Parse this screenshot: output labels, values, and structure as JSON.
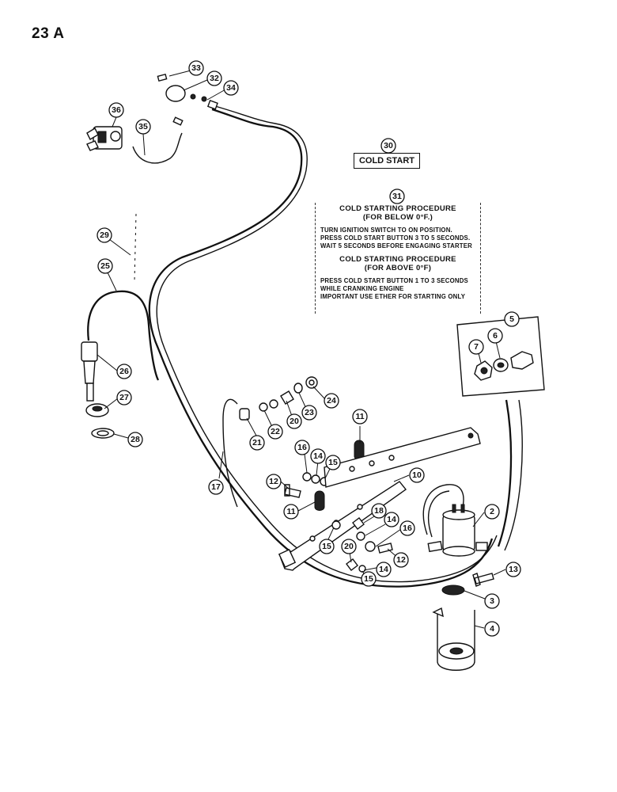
{
  "page": {
    "number": "23 A"
  },
  "decals": {
    "cold_start": "COLD START",
    "procedure_below": {
      "title": "COLD STARTING PROCEDURE",
      "subtitle": "(FOR BELOW 0°F.)",
      "line1": "TURN IGNITION SWITCH TO ON POSITION.",
      "line2": "PRESS COLD START BUTTON 3 TO 5 SECONDS.",
      "line3": "WAIT 5 SECONDS BEFORE ENGAGING STARTER"
    },
    "procedure_above": {
      "title": "COLD STARTING PROCEDURE",
      "subtitle": "(FOR ABOVE 0°F)",
      "line1": "PRESS COLD START BUTTON 1 TO 3 SECONDS",
      "line2": "WHILE CRANKING ENGINE",
      "line3": "IMPORTANT USE ETHER FOR STARTING ONLY"
    }
  },
  "callouts": {
    "c2": "2",
    "c3": "3",
    "c4": "4",
    "c5": "5",
    "c6": "6",
    "c7": "7",
    "c10": "10",
    "c11a": "11",
    "c11b": "11",
    "c12a": "12",
    "c12b": "12",
    "c13": "13",
    "c14a": "14",
    "c14b": "14",
    "c14c": "14",
    "c15a": "15",
    "c15b": "15",
    "c15c": "15",
    "c16a": "16",
    "c16b": "16",
    "c17": "17",
    "c18": "18",
    "c20a": "20",
    "c20b": "20",
    "c21": "21",
    "c22": "22",
    "c23": "23",
    "c24": "24",
    "c25": "25",
    "c26": "26",
    "c27": "27",
    "c28": "28",
    "c29": "29",
    "c30": "30",
    "c31": "31",
    "c32": "32",
    "c33": "33",
    "c34": "34",
    "c35": "35",
    "c36": "36"
  }
}
